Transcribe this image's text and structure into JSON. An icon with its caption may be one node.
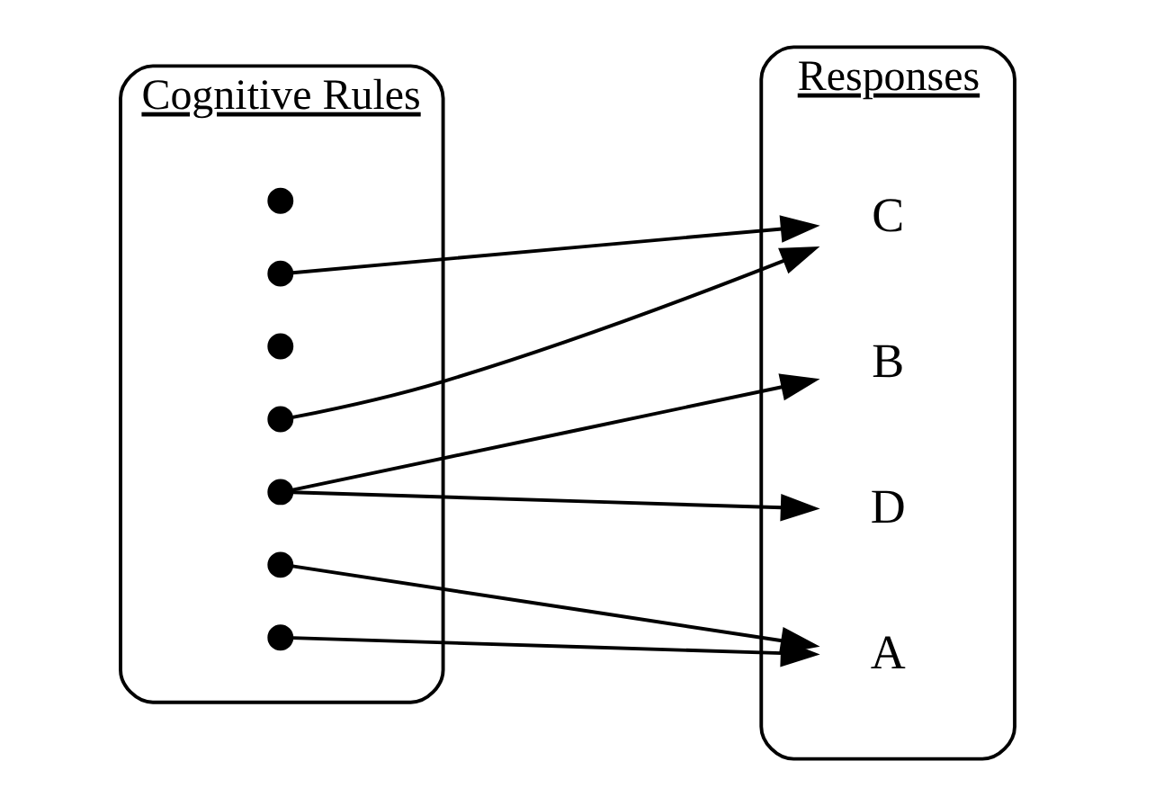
{
  "diagram": {
    "nodes": [
      {
        "text": [
          "Cognitive Rules"
        ]
      },
      {
        "text": [],
        "shape": "dot",
        "in": 0
      },
      {
        "text": [],
        "shape": "dot",
        "in": 0
      },
      {
        "text": [],
        "shape": "dot",
        "in": 0
      },
      {
        "text": [],
        "shape": "dot",
        "in": 0
      },
      {
        "text": [],
        "shape": "dot",
        "in": 0
      },
      {
        "text": [],
        "shape": "dot",
        "in": 0
      },
      {
        "text": [],
        "shape": "dot",
        "in": 0
      },
      {
        "text": [
          "Responses"
        ]
      },
      {
        "text": [
          "A"
        ],
        "in": 8
      },
      {
        "text": [
          "B"
        ],
        "in": 8
      },
      {
        "text": [
          "C"
        ],
        "in": 8
      },
      {
        "text": [
          "D"
        ],
        "in": 8
      }
    ],
    "edges": [
      {
        "from": 1,
        "to": 9,
        "arrow": "to"
      },
      {
        "from": 2,
        "to": 9,
        "arrow": "to"
      },
      {
        "from": 3,
        "to": 10,
        "arrow": "to"
      },
      {
        "from": 3,
        "to": 12,
        "arrow": "to"
      },
      {
        "from": 4,
        "to": 11,
        "arrow": "to"
      },
      {
        "from": 6,
        "to": 11,
        "arrow": "to"
      }
    ]
  }
}
